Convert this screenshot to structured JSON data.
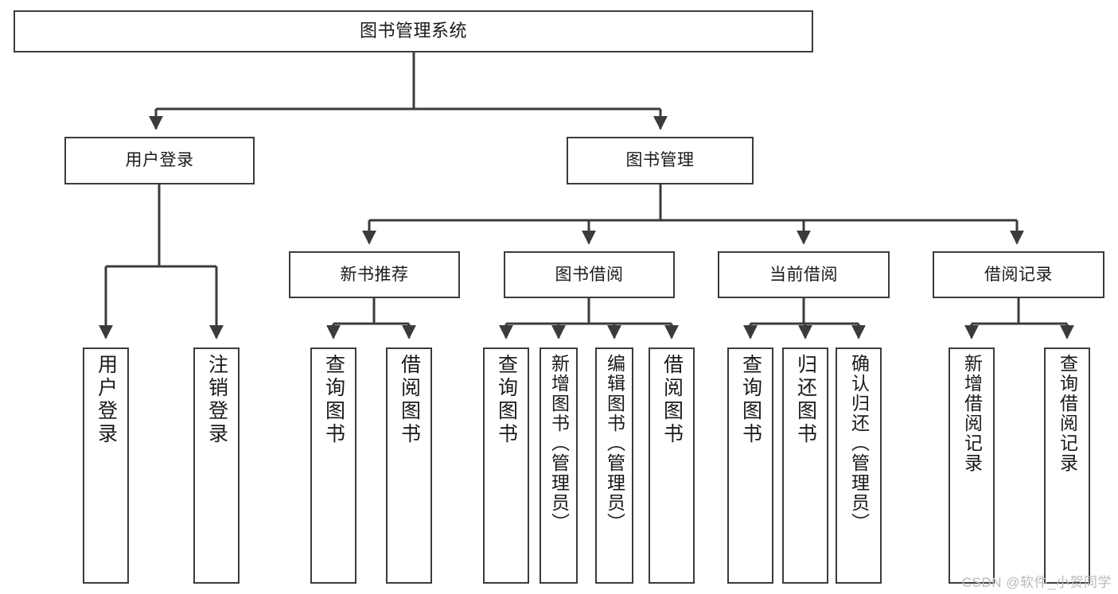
{
  "diagram": {
    "title": "图书管理系统",
    "type": "tree",
    "watermark": "CSDN @软件_小贺同学",
    "colors": {
      "box_border": "#3b3b3b",
      "box_fill": "#ffffff",
      "connector": "#3b3b3b",
      "text": "#1a1a1a",
      "watermark": "#b9b9b9",
      "background": "#ffffff"
    },
    "root": {
      "label": "图书管理系统"
    },
    "level2": [
      {
        "label": "用户登录"
      },
      {
        "label": "图书管理"
      }
    ],
    "level3": [
      {
        "label": "新书推荐"
      },
      {
        "label": "图书借阅"
      },
      {
        "label": "当前借阅"
      },
      {
        "label": "借阅记录"
      }
    ],
    "leaves": {
      "user_login": [
        {
          "label": "用户登录"
        },
        {
          "label": "注销登录"
        }
      ],
      "new_book": [
        {
          "label": "查询图书"
        },
        {
          "label": "借阅图书"
        }
      ],
      "borrow_book": [
        {
          "label": "查询图书"
        },
        {
          "label": "新增图书（管理员）"
        },
        {
          "label": "编辑图书（管理员）"
        },
        {
          "label": "借阅图书"
        }
      ],
      "current_borrow": [
        {
          "label": "查询图书"
        },
        {
          "label": "归还图书"
        },
        {
          "label": "确认归还（管理员）"
        }
      ],
      "borrow_record": [
        {
          "label": "新增借阅记录"
        },
        {
          "label": "查询借阅记录"
        }
      ]
    }
  }
}
